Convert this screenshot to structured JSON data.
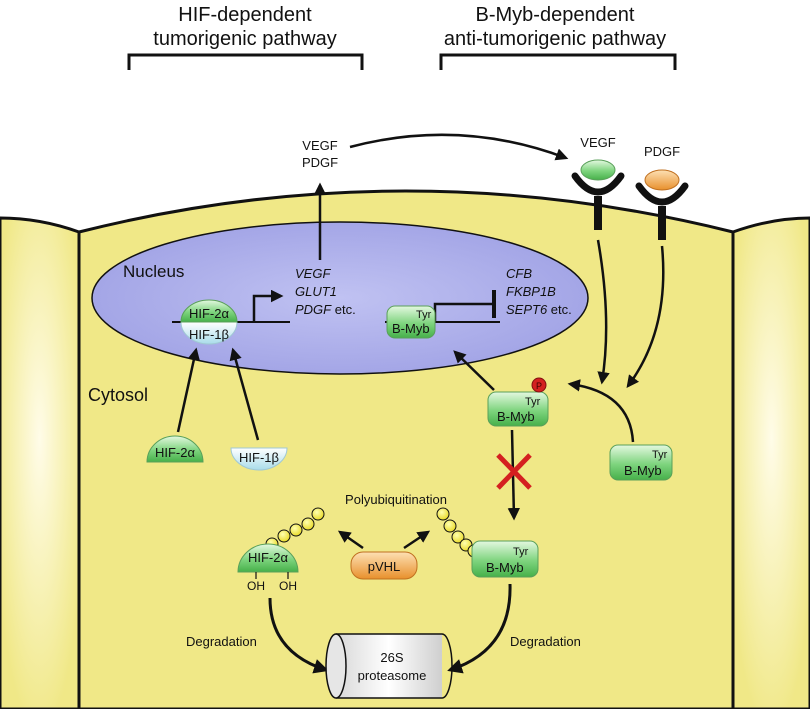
{
  "headers": {
    "left_line1": "HIF-dependent",
    "left_line2": "tumorigenic pathway",
    "right_line1": "B-Myb-dependent",
    "right_line2": "anti-tumorigenic pathway"
  },
  "compartments": {
    "nucleus": "Nucleus",
    "cytosol": "Cytosol"
  },
  "secreted": {
    "vegf": "VEGF",
    "pdgf": "PDGF"
  },
  "receptors": {
    "vegf_label": "VEGF",
    "pdgf_label": "PDGF"
  },
  "hif_genes": {
    "line1": "VEGF",
    "line2": "GLUT1",
    "line3_gene": "PDGF",
    "line3_suffix": " etc."
  },
  "bmyb_genes": {
    "line1": "CFB",
    "line2": "FKBP1B",
    "line3_gene": "SEPT6",
    "line3_suffix": " etc."
  },
  "proteins": {
    "hif2a": "HIF-2α",
    "hif1b": "HIF-1β",
    "bmyb": "B-Myb",
    "tyr": "Tyr",
    "phospho": "P",
    "pvhl": "pVHL",
    "oh": "OH"
  },
  "labels": {
    "polyubiquitination": "Polyubiquitination",
    "degradation_left": "Degradation",
    "degradation_right": "Degradation",
    "proteasome_line1": "26S",
    "proteasome_line2": "proteasome"
  },
  "colors": {
    "cell": "#f0e887",
    "nucleus": "#a4a6e8",
    "green_protein": "#7ed47e",
    "cyan_protein": "#bfe8f0",
    "orange_protein": "#f0a446",
    "phospho": "#d42020",
    "ubiquitin": "#f0e040",
    "block_cross": "#d42020"
  }
}
